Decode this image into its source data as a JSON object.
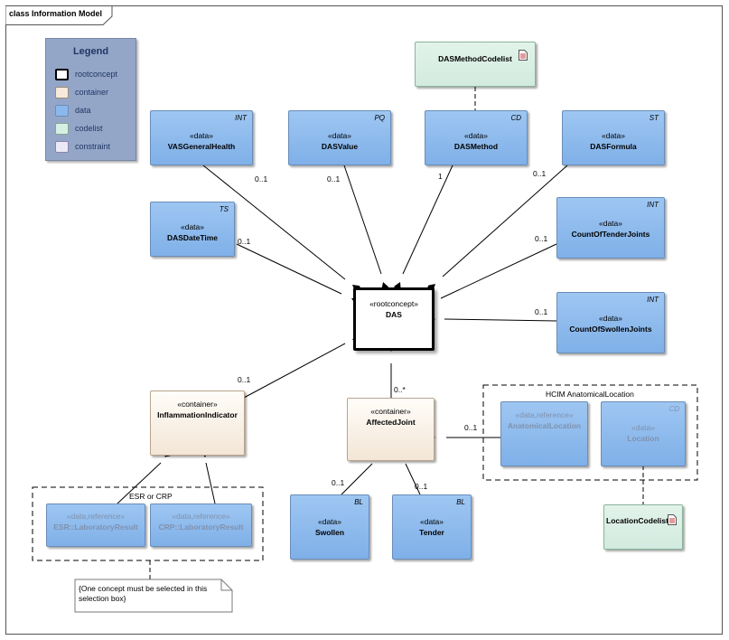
{
  "diagram_title": "class Information Model",
  "legend": {
    "title": "Legend",
    "items": [
      {
        "label": "rootconcept",
        "color": "#ffffff",
        "border": "#000000"
      },
      {
        "label": "container",
        "color": "#f6e8da",
        "border": "#9a8a7a"
      },
      {
        "label": "data",
        "color": "#8ab8ec",
        "border": "#6a8db8"
      },
      {
        "label": "codelist",
        "color": "#d6efe3",
        "border": "#7fa88f"
      },
      {
        "label": "constraint",
        "color": "#ece9f7",
        "border": "#8a86a8"
      }
    ]
  },
  "nodes": {
    "das_method_codelist": {
      "name": "DASMethodCodelist"
    },
    "vas_general_health": {
      "stereotype": "«data»",
      "name": "VASGeneralHealth",
      "type": "INT"
    },
    "das_value": {
      "stereotype": "«data»",
      "name": "DASValue",
      "type": "PQ"
    },
    "das_method": {
      "stereotype": "«data»",
      "name": "DASMethod",
      "type": "CD"
    },
    "das_formula": {
      "stereotype": "«data»",
      "name": "DASFormula",
      "type": "ST"
    },
    "das_date_time": {
      "stereotype": "«data»",
      "name": "DASDateTime",
      "type": "TS"
    },
    "count_tender_joints": {
      "stereotype": "«data»",
      "name": "CountOfTenderJoints",
      "type": "INT"
    },
    "count_swollen_joints": {
      "stereotype": "«data»",
      "name": "CountOfSwollenJoints",
      "type": "INT"
    },
    "das": {
      "stereotype": "«rootconcept»",
      "name": "DAS"
    },
    "inflammation_indicator": {
      "stereotype": "«container»",
      "name": "InflammationIndicator"
    },
    "affected_joint": {
      "stereotype": "«container»",
      "name": "AffectedJoint"
    },
    "anatomical_location": {
      "stereotype": "«data,reference»",
      "name": "AnatomicalLocation"
    },
    "location": {
      "stereotype": "«data»",
      "name": "Location",
      "type": "CD"
    },
    "location_codelist": {
      "name": "LocationCodelist"
    },
    "esr": {
      "stereotype": "«data,reference»",
      "name": "ESR::LaboratoryResult"
    },
    "crp": {
      "stereotype": "«data,reference»",
      "name": "CRP::LaboratoryResult"
    },
    "swollen": {
      "stereotype": "«data»",
      "name": "Swollen",
      "type": "BL"
    },
    "tender": {
      "stereotype": "«data»",
      "name": "Tender",
      "type": "BL"
    }
  },
  "groups": {
    "esr_or_crp": "ESR or CRP",
    "hcim_anatomical_location": "HCIM AnatomicalLocation"
  },
  "multiplicities": {
    "vas": "0..1",
    "das_value": "0..1",
    "das_method": "1",
    "das_formula": "0..1",
    "das_date_time": "0..1",
    "count_tender": "0..1",
    "count_swollen": "0..1",
    "inflammation": "0..1",
    "affected_joint": "0..*",
    "anatomical": "0..1",
    "swollen": "0..1",
    "tender": "0..1"
  },
  "note": {
    "text": "{One concept must be selected in this selection box}"
  }
}
